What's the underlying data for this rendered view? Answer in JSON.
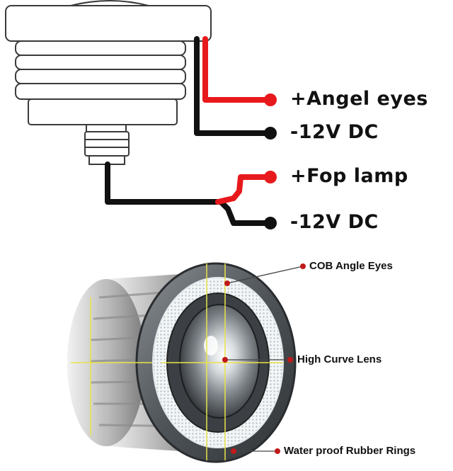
{
  "wiring": {
    "labels": [
      "+Angel eyes",
      "-12V DC",
      "+Fop lamp",
      "-12V DC"
    ]
  },
  "callouts": {
    "labels": [
      "COB Angle Eyes",
      "High Curve Lens",
      "Water proof Rubber Rings"
    ]
  },
  "colors": {
    "positive_wire": "#e8191c",
    "negative_wire": "#111111",
    "housing_outline": "#333333",
    "lens_ring": "#5a5f63",
    "guide_lines": "#e8e34a"
  }
}
